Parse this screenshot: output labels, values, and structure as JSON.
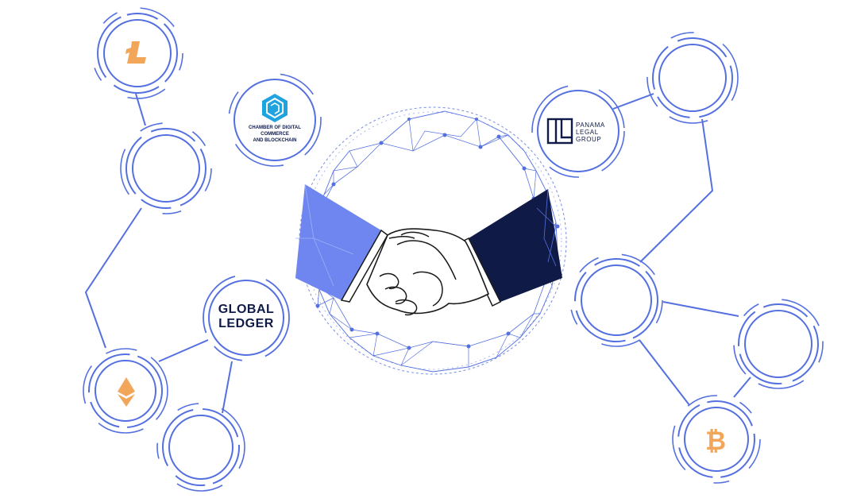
{
  "colors": {
    "ring": "#5470e0",
    "ring_light": "#6b85ea",
    "net": "#5470e0",
    "coin": "#f2a65a",
    "navy": "#0f1a47",
    "sleeve_left": "#6f86f0",
    "hand_stroke": "#1a1a1a",
    "cdc_logo": "#20a4e0"
  },
  "logos": {
    "global_ledger": {
      "line1": "GLOBAL",
      "line2": "LEDGER"
    },
    "chamber": {
      "line1": "CHAMBER OF DIGITAL COMMERCE",
      "line2": "AND BLOCKCHAIN"
    },
    "panama": {
      "line1": "PANAMA",
      "line2": "LEGAL",
      "line3": "GROUP"
    }
  },
  "icons": {
    "litecoin": "litecoin-icon",
    "ethereum": "ethereum-icon",
    "bitcoin": "bitcoin-icon",
    "handshake": "handshake-illustration"
  }
}
